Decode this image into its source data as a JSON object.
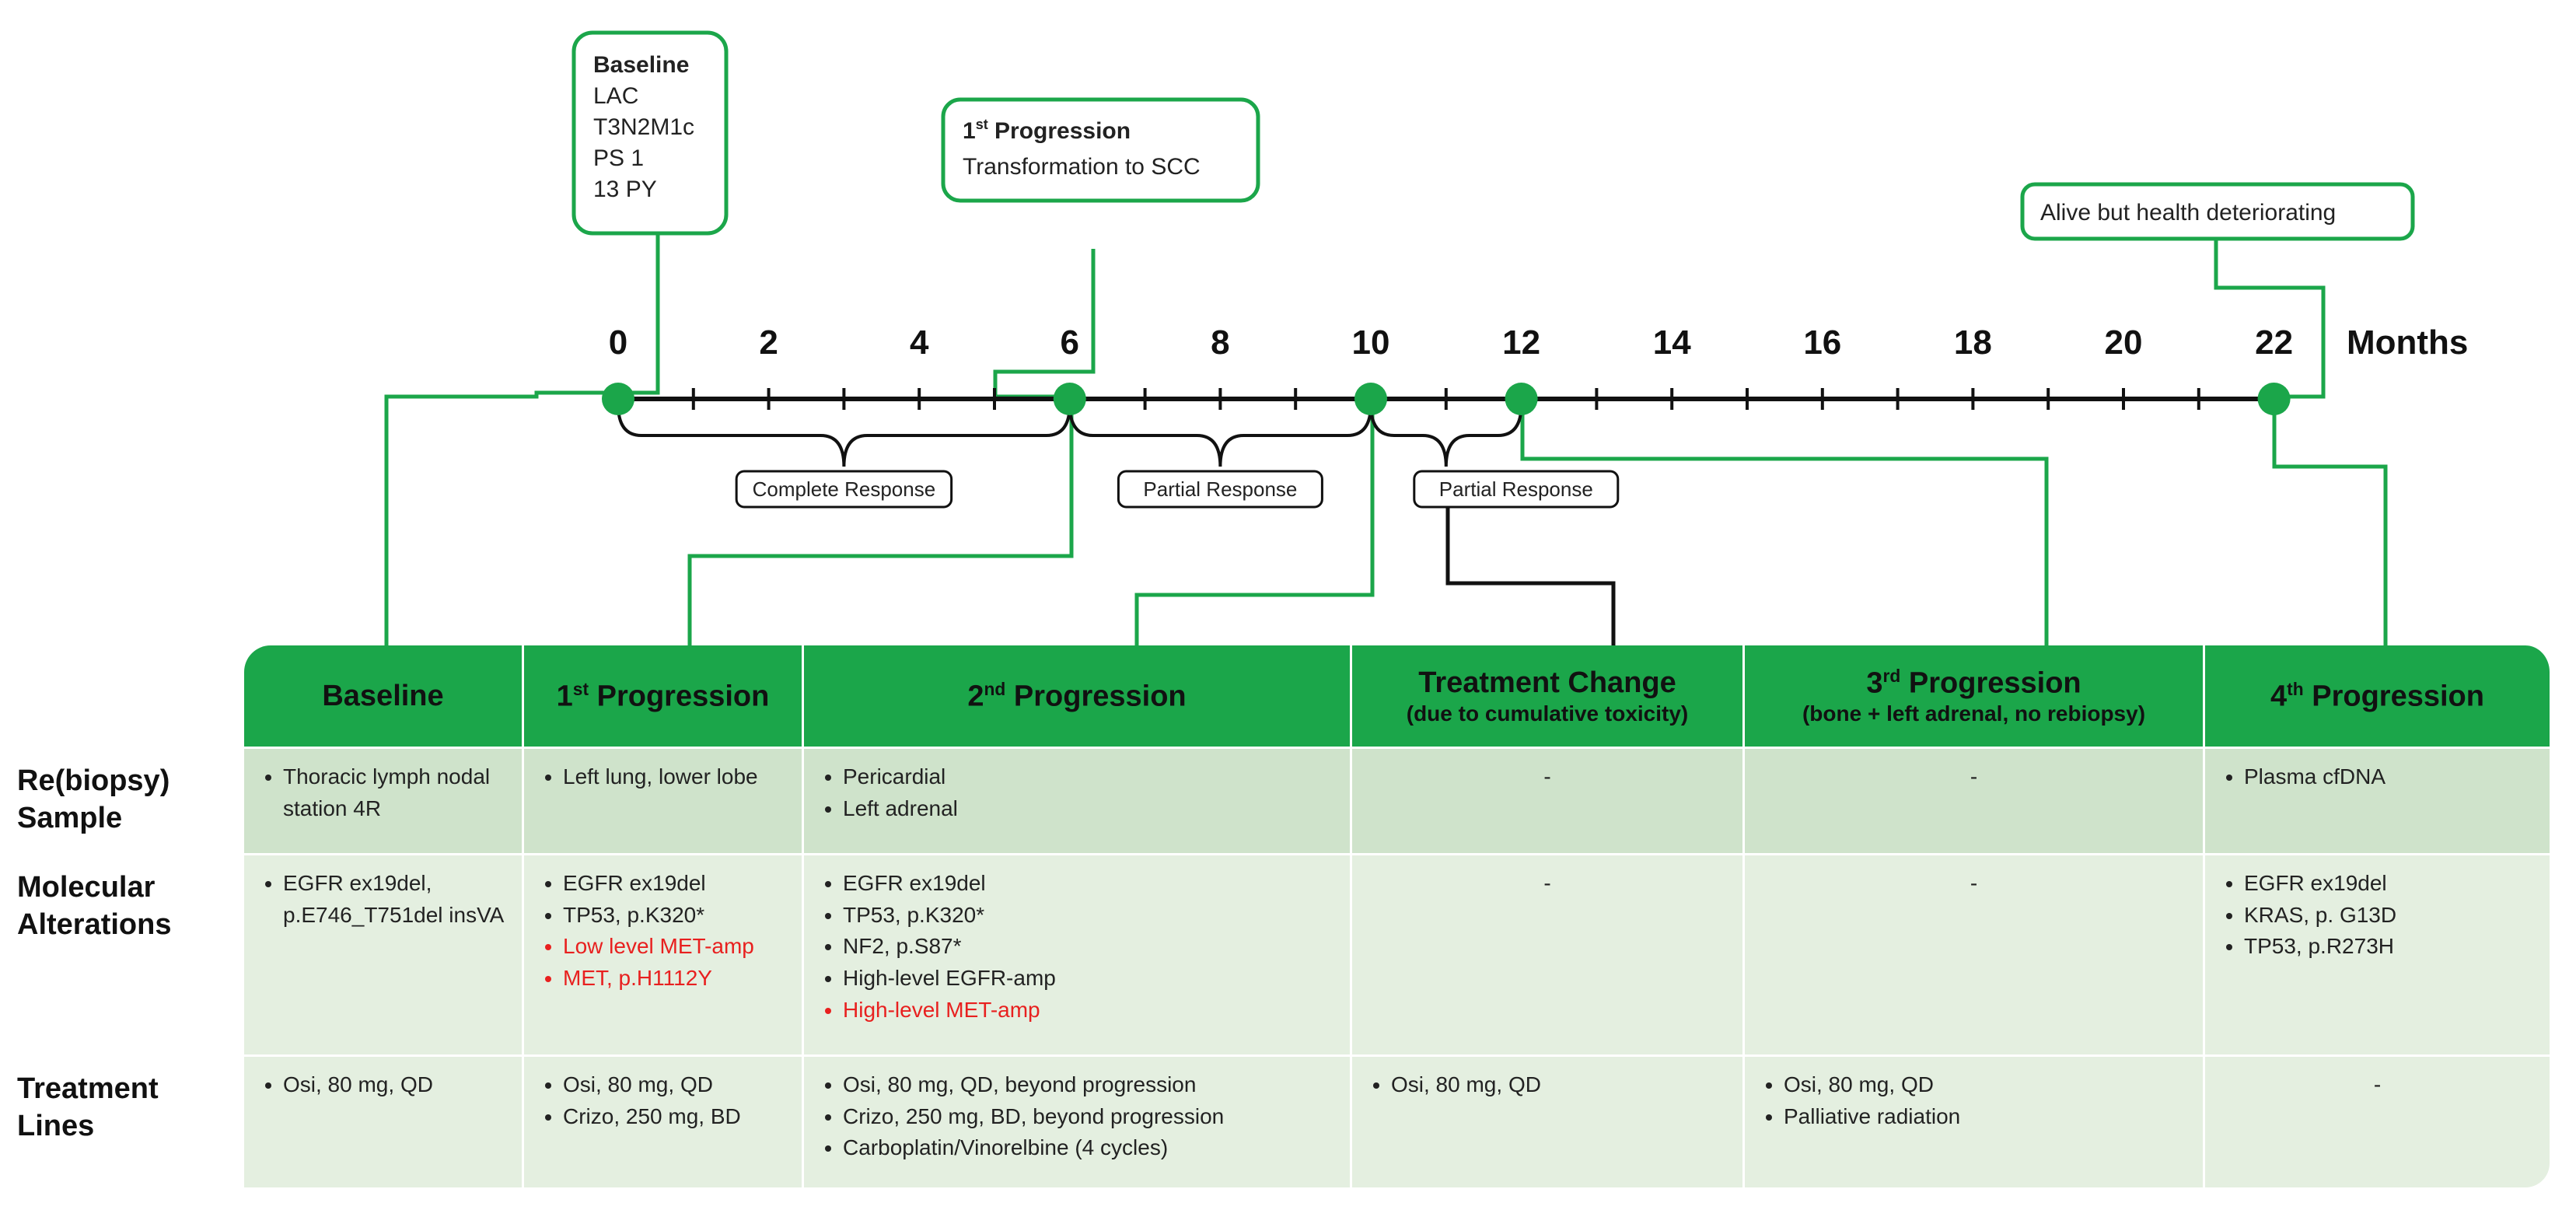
{
  "timeline": {
    "unit_label": "Months",
    "ticks": [
      "0",
      "2",
      "4",
      "6",
      "8",
      "10",
      "12",
      "14",
      "16",
      "18",
      "20",
      "22"
    ],
    "events": [
      {
        "id": "baseline",
        "month": 0
      },
      {
        "id": "p1",
        "month": 6
      },
      {
        "id": "p2",
        "month": 10
      },
      {
        "id": "tc",
        "month": 12
      },
      {
        "id": "p4",
        "month": 22
      }
    ],
    "callouts": {
      "baseline": {
        "title": "Baseline",
        "lines": [
          "LAC",
          "T3N2M1c",
          "PS 1",
          "13 PY"
        ]
      },
      "progression1": {
        "title_num": "1",
        "title_sup": "st",
        "title_rest": " Progression",
        "line": "Transformation to SCC"
      },
      "alive": {
        "text": "Alive but health deteriorating"
      }
    },
    "responses": [
      {
        "label": "Complete Response",
        "from": 0,
        "to": 6
      },
      {
        "label": "Partial Response",
        "from": 6,
        "to": 10
      },
      {
        "label": "Partial Response",
        "from": 10,
        "to": 12
      }
    ]
  },
  "table": {
    "columns": [
      {
        "main": "Baseline"
      },
      {
        "num": "1",
        "sup": "st",
        "main": " Progression"
      },
      {
        "num": "2",
        "sup": "nd",
        "main": " Progression"
      },
      {
        "main": "Treatment Change",
        "sub": "(due to cumulative toxicity)"
      },
      {
        "num": "3",
        "sup": "rd",
        "main": " Progression",
        "sub": "(bone + left adrenal, no rebiopsy)"
      },
      {
        "num": "4",
        "sup": "th",
        "main": " Progression"
      }
    ],
    "rows": [
      {
        "label": "Re(biopsy) Sample",
        "cells": [
          {
            "items": [
              {
                "text": "Thoracic lymph nodal station 4R"
              }
            ]
          },
          {
            "items": [
              {
                "text": "Left lung, lower lobe"
              }
            ]
          },
          {
            "items": [
              {
                "text": "Pericardial"
              },
              {
                "text": "Left adrenal"
              }
            ]
          },
          {
            "dash": "-"
          },
          {
            "dash": "-"
          },
          {
            "items": [
              {
                "text": "Plasma cfDNA"
              }
            ]
          }
        ]
      },
      {
        "label": "Molecular Alterations",
        "cells": [
          {
            "items": [
              {
                "text": "EGFR ex19del, p.E746_T751del insVA"
              }
            ]
          },
          {
            "items": [
              {
                "text": "EGFR ex19del"
              },
              {
                "text": "TP53, p.K320*"
              },
              {
                "text": "Low level MET-amp",
                "red": true
              },
              {
                "text": "MET, p.H1112Y",
                "red": true
              }
            ]
          },
          {
            "items": [
              {
                "text": "EGFR ex19del"
              },
              {
                "text": "TP53, p.K320*"
              },
              {
                "text": "NF2, p.S87*"
              },
              {
                "text": "High-level EGFR-amp"
              },
              {
                "text": "High-level MET-amp",
                "red": true
              }
            ]
          },
          {
            "dash": "-"
          },
          {
            "dash": "-"
          },
          {
            "items": [
              {
                "text": "EGFR ex19del"
              },
              {
                "text": "KRAS, p. G13D"
              },
              {
                "text": "TP53, p.R273H"
              }
            ]
          }
        ]
      },
      {
        "label": "Treatment Lines",
        "cells": [
          {
            "items": [
              {
                "text": "Osi, 80 mg, QD"
              }
            ]
          },
          {
            "items": [
              {
                "text": "Osi, 80 mg, QD"
              },
              {
                "text": "Crizo, 250 mg, BD"
              }
            ]
          },
          {
            "items": [
              {
                "text": "Osi, 80 mg, QD, beyond progression"
              },
              {
                "text": "Crizo, 250 mg, BD, beyond progression"
              },
              {
                "text": "Carboplatin/Vinorelbine (4 cycles)"
              }
            ]
          },
          {
            "items": [
              {
                "text": "Osi, 80 mg, QD"
              }
            ]
          },
          {
            "items": [
              {
                "text": "Osi, 80 mg, QD"
              },
              {
                "text": "Palliative radiation"
              }
            ]
          },
          {
            "dash": "-"
          }
        ]
      }
    ]
  },
  "colors": {
    "accent": "#1ba64a",
    "connector": "#1ba64a",
    "axis": "#111111",
    "highlight": "#e8201f",
    "row_dark": "#cfe3cb",
    "row_light": "#e4efe0"
  }
}
